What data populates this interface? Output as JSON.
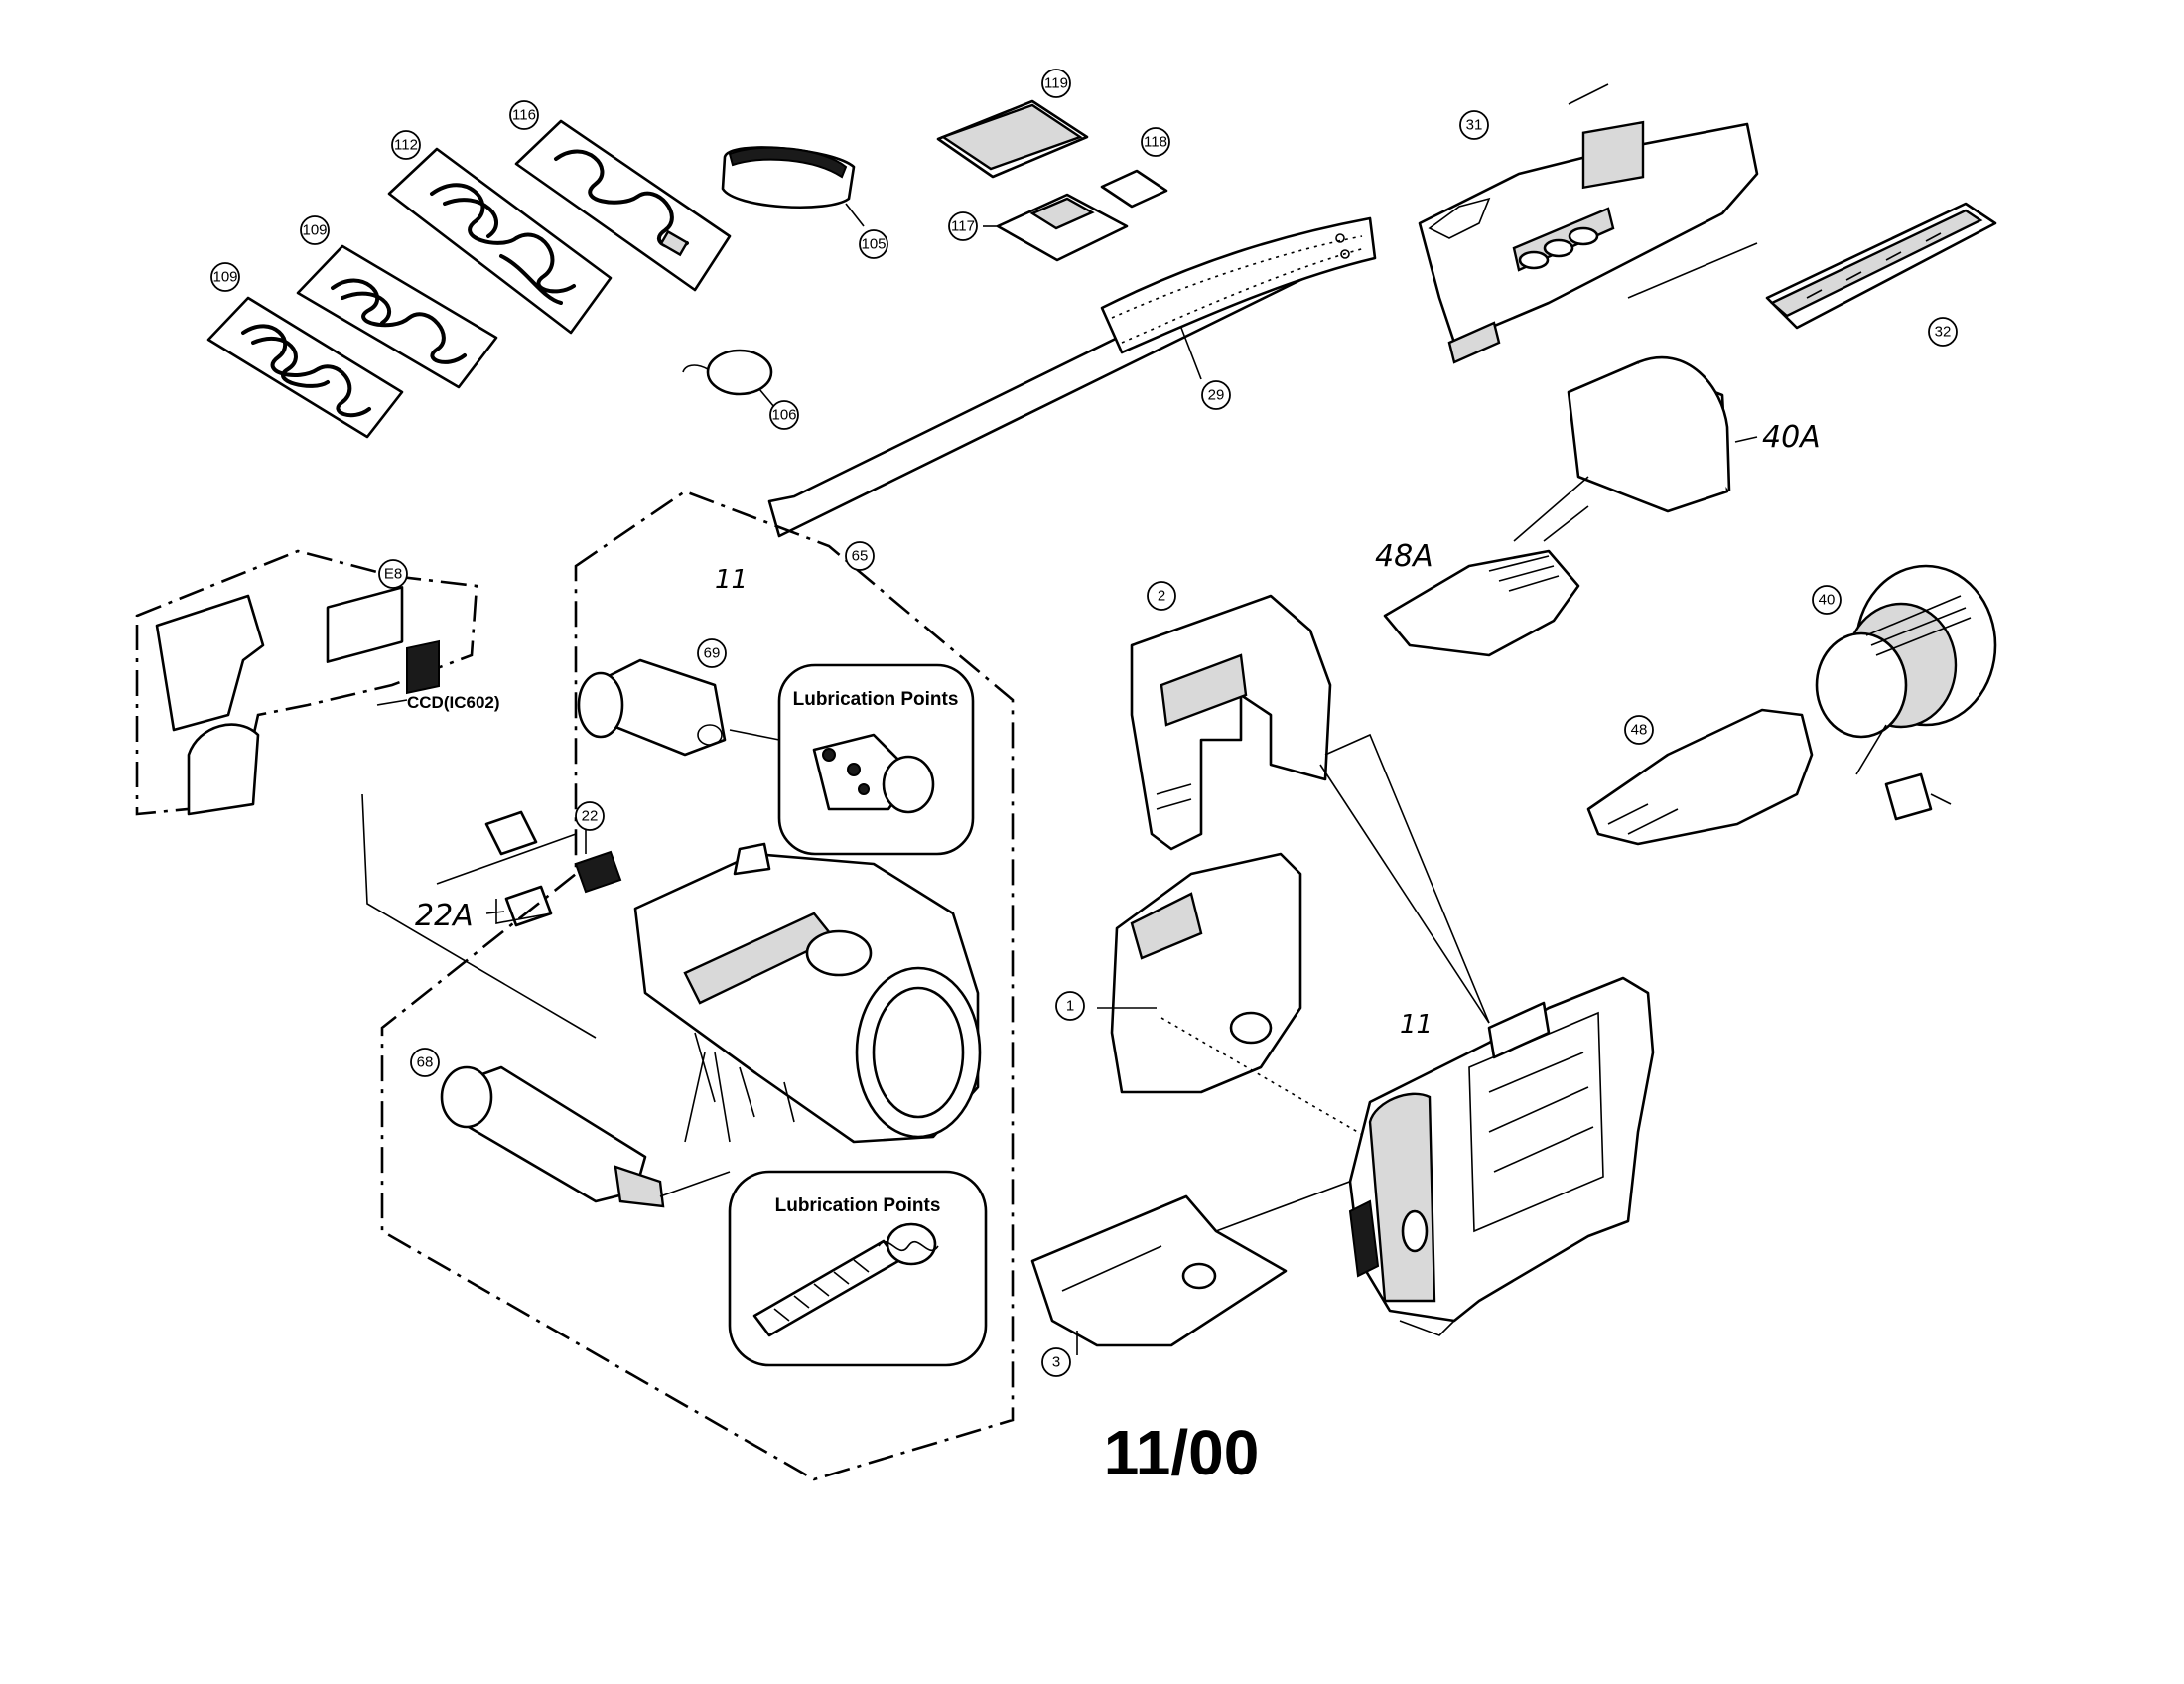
{
  "callouts": {
    "c109a": "109",
    "c109b": "109",
    "c112": "112",
    "c116": "116",
    "c105": "105",
    "c106": "106",
    "c119": "119",
    "c118": "118",
    "c117": "117",
    "c29": "29",
    "c31": "31",
    "c32": "32",
    "c65": "65",
    "c69": "69",
    "c68": "68",
    "cE8": "E8",
    "c22": "22",
    "c2": "2",
    "c1": "1",
    "c3": "3",
    "c40": "40",
    "c48": "48"
  },
  "handwritten": {
    "part_40A": "40A",
    "part_48A": "48A",
    "part_22A": "22A",
    "mark_11_lens": "11",
    "mark_11_body": "11"
  },
  "labels": {
    "ccd": "CCD(IC602)",
    "lubrication_upper": "Lubrication Points",
    "lubrication_lower": "Lubrication Points"
  },
  "footer": {
    "date": "11/00"
  }
}
